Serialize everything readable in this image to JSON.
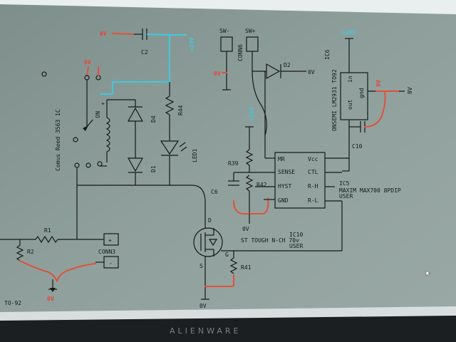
{
  "colors": {
    "screen_bg": "#8a9b98",
    "wire": "#141818",
    "ground_net": "#e8433a",
    "supply_net": "#3fc8e0",
    "bezel": "#1c1f22"
  },
  "labels": {
    "zero_v": "0V",
    "plus_24v": "+24V",
    "c2": "C2",
    "c6": "C6",
    "c10": "C10",
    "d1": "D1",
    "d2": "D2",
    "d4": "D4",
    "led1": "LED1",
    "r1": "R1",
    "r2": "R2",
    "r39": "R39",
    "r41": "R41",
    "r42": "R42",
    "r44": "R44",
    "sw_minus": "SW-",
    "sw_plus": "SW+",
    "conn6": "CONN6",
    "conn3": "CONN3",
    "plus_sign": "+",
    "minus_sign": "-",
    "relay_desc": "Comus Reed 3563 1C",
    "relay_pin": "NO",
    "ic6_ref": "IC6",
    "ic6_desc": "ONSEMI LM2931 TO92",
    "ic6_in": "in",
    "ic6_out": "out",
    "ic6_gnd": "gnd",
    "ic5_ref": "IC5",
    "ic5_desc": "MAXIM MAX700 8PDIP",
    "ic5_user": "USER",
    "mr": "MR",
    "vcc": "Vcc",
    "sense": "SENSE",
    "ctl": "CTL",
    "hyst": "HYST",
    "r_h": "R-H",
    "gnd": "GND",
    "r_l": "R-L",
    "ic10_ref": "IC10",
    "ic10_desc": "ST TOUGH N-CH 70v",
    "ic10_user": "USER",
    "mosfet_d": "D",
    "mosfet_g": "G",
    "mosfet_s": "S",
    "to92": "TO-92",
    "bezel_brand": "ALIENWARE"
  }
}
